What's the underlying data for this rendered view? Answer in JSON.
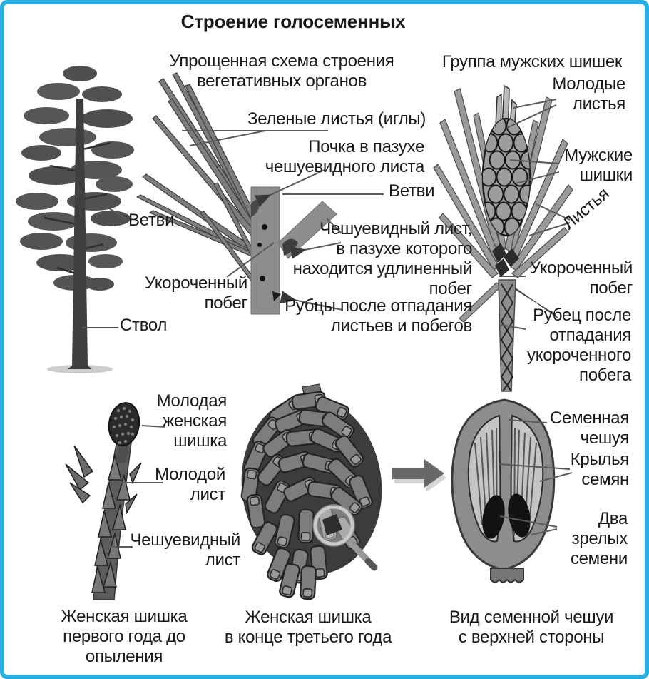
{
  "title": "Строение голосеменных",
  "accent_border_color": "#2aaee2",
  "icons": {
    "magnifier": "magnifier-icon",
    "arrow_right": "arrow-right-icon"
  },
  "sections": {
    "tree": {
      "labels": {
        "branches": "Ветви",
        "trunk": "Ствол"
      }
    },
    "scheme": {
      "heading": "Упрощенная схема строения\nвегетативных органов",
      "labels": {
        "needles": "Зеленые листья (иглы)",
        "bud": "Почка в пазухе\nчешуевидного листа",
        "branches": "Ветви",
        "scale_leaf": "Чешуевидный лист,\nв пазухе которого\nнаходится удлиненный\nпобег",
        "short_shoot": "Укороченный\nпобег",
        "scars": "Рубцы после отпадания\nлистьев и побегов"
      }
    },
    "male_cones": {
      "heading": "Группа мужских шишек",
      "labels": {
        "young_leaves": "Молодые\nлистья",
        "male_cones": "Мужские\nшишки",
        "leaves": "Листья",
        "short_shoot": "Укороченный\nпобег",
        "scar": "Рубец после\nотпадания\nукороченного\nпобега"
      }
    },
    "young_female": {
      "labels": {
        "young_cone": "Молодая\nженская\nшишка",
        "young_leaf": "Молодой\nлист",
        "scale_leaf": "Чешуевидный\nлист"
      },
      "caption": "Женская шишка\nпервого года до\nопыления"
    },
    "mature_female": {
      "caption": "Женская шишка\nв конце третьего года"
    },
    "seed_scale": {
      "labels": {
        "scale": "Семенная\nчешуя",
        "wings": "Крылья\nсемян",
        "seeds": "Два\nзрелых\nсемени"
      },
      "caption": "Вид семенной чешуи\nс верхней стороны"
    }
  }
}
